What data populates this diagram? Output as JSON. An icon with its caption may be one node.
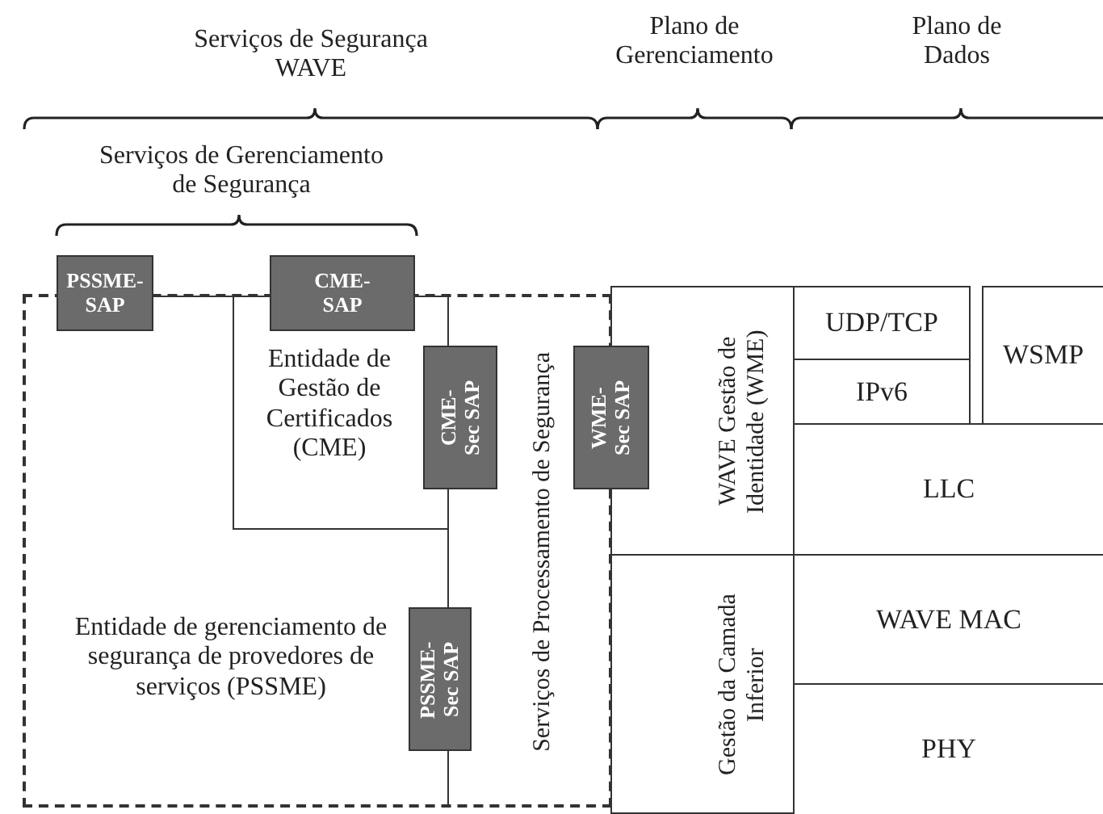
{
  "diagram": {
    "nodes": [
      {
        "text": [
          "Entidade de gerenciamento de segurança de provedores de serviços (PSSME)"
        ]
      },
      {
        "text": [
          "PSSME- SAP"
        ]
      },
      {
        "text": [
          "CME- SAP"
        ]
      },
      {
        "text": [
          "Entidade de Gestão de Certificados (CME)"
        ],
        "in": 0
      },
      {
        "text": [
          "CME- Sec SAP"
        ],
        "in": 0
      },
      {
        "text": [
          "Serviços de Processamento de Segurança"
        ],
        "in": 0
      },
      {
        "text": [
          "PSSME- Sec SAP"
        ],
        "in": 0
      },
      {
        "text": [
          "WAVE Gestão de Identidade (WME)"
        ]
      },
      {
        "text": [
          "WME- Sec SAP"
        ]
      },
      {
        "text": [
          "Gestão da Camada Inferior"
        ]
      },
      {
        "text": [
          "UDP/TCP"
        ]
      },
      {
        "text": [
          "IPv6"
        ]
      },
      {
        "text": [
          "WSMP"
        ]
      },
      {
        "text": [
          "LLC"
        ]
      },
      {
        "text": [
          "WAVE MAC"
        ]
      },
      {
        "text": [
          "PHY"
        ]
      }
    ],
    "labels": [
      "Serviços de Segurança WAVE",
      "Plano de Gerenciamento",
      "Plano de Dados",
      "Serviços de Gerenciamento de Segurança"
    ]
  }
}
